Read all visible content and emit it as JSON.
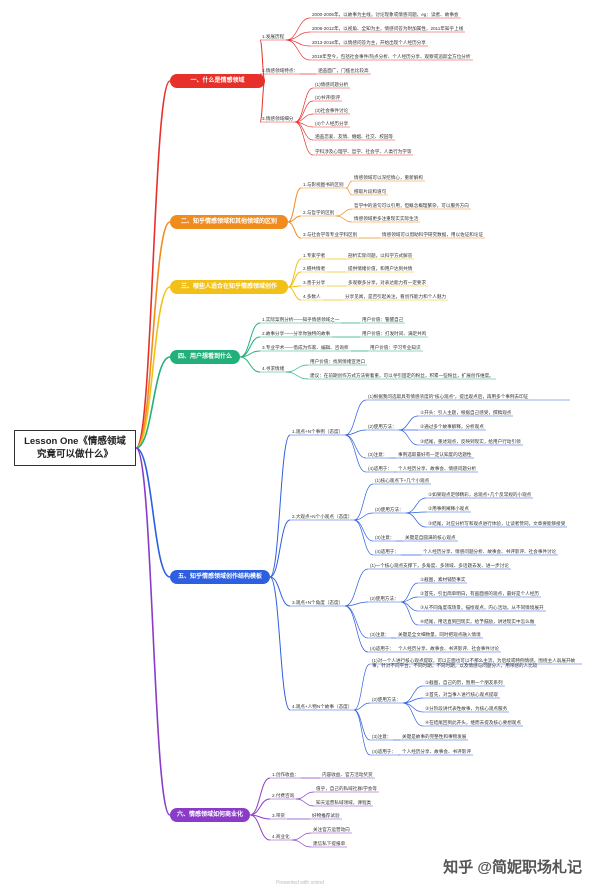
{
  "root": {
    "line1": "Lesson One《情感领域",
    "line2": "究竟可以做什么》"
  },
  "sections": [
    {
      "label": "一、什么是情感领域",
      "color": "#e8302a"
    },
    {
      "label": "二、知乎情感领域和其他领域的区别",
      "color": "#f08c1e"
    },
    {
      "label": "三、哪些人适合在知乎情感领域创作",
      "color": "#f2c017"
    },
    {
      "label": "四、用户想看到什么",
      "color": "#22b07a"
    },
    {
      "label": "五、知乎情感领域创作结构模板",
      "color": "#2d5fe0"
    },
    {
      "label": "六、情感领域如何商业化",
      "color": "#8a3cc8"
    }
  ],
  "texts": {
    "s1_a": "1.发展历程",
    "s1_a1": "2000-2006年，以故事为主线，讨论现象或情感问题，eg：读者、故事会",
    "s1_a2": "2006-2012年，以视角、全知为主，情感问答为附加属性，2011年知乎上线",
    "s1_a3": "2013-2018年，以情感问答为主，开始出现个人经历分享",
    "s1_a4": "2019年至今，包括社会事件/热点分析、个人经历分享、观察或追踪全方位分析",
    "s1_b": "2.情感领域特点：",
    "s1_b1": "涵盖面广，门槛也比较高",
    "s1_c": "3.情感领域细分",
    "s1_c1": "(1)情感问题分析",
    "s1_c2": "(2)书评/影评",
    "s1_c3": "(3)社会事件讨论",
    "s1_c4": "(4)个人经历分享",
    "s1_c5": "涵盖恋爱、友情、婚姻、社交、校园等",
    "s1_c6": "学科涉及心理学、哲学、社会学、人类行为学等",
    "s2_a": "1.与影视图书的区别",
    "s2_a1": "情感领域可以深挖情心，重新解构",
    "s2_a2": "擅取片段和道句",
    "s2_b": "2.与哲学的区别",
    "s2_b1": "哲学中的道句可以引用，但概念概理繁杂，可以服务方向",
    "s2_b2": "情感领域更多注重现实实际生活",
    "s2_c": "3.与社会学等专业学科区别",
    "s2_c1": "情感领域可以借助科学研究数据，用以佐证和论证",
    "s3_a": "1.专家学者",
    "s3_a1": "剖析实际问题，以科学方式解答",
    "s3_b": "2.擅共情者",
    "s3_b1": "提供情绪价值，和用户达到共情",
    "s3_c": "3.善于分享",
    "s3_c1": "多观察多分享，对表达能力有一定要求",
    "s3_d": "4.多数人",
    "s3_d1": "分享见闻，是否引起关注，看创作能力和个人魅力",
    "s4_a": "1.实际案例分析——知乎情感领域之一",
    "s4_a1": "用户价值：警醒自己",
    "s4_b": "2.故事分享——分享你独特的故事",
    "s4_b1": "用户价值：打发时间、满足共鸣",
    "s4_c": "3.专业学术——借成为作家、编辑、咨询师",
    "s4_c1": "用户价值：学习专业知识",
    "s4_d": "4.寻求情绪",
    "s4_d1": "用户价值：找到情绪宣泄口",
    "s4_d2": "建议：在前期创作方式方法要着重，可以寻引固定的粉丝，积累一些粉丝，扩展创作维度。",
    "s5_1": "1.观点+N个事例（态度）",
    "s5_1a": "(1)根据我问选取具有情感浓度的“核心观点”，提出观点后，再用多个事例去印证",
    "s5_1b": "(2)使用方法：",
    "s5_1b1": "①开头：引入主题，根据自己感受，撰稿观点",
    "s5_1b2": "②通过多个故事解释，分析观点",
    "s5_1b3": "③结尾，重述观点，反映到现实，给用户行动引领",
    "s5_1c": "(3)注意：",
    "s5_1c1": "事例选取最好有一定认知度的话题性",
    "s5_1d": "(4)适用于：",
    "s5_1d1": "个人经历分享、故事会、情感问题分析",
    "s5_2": "2.大观点+N个小观点（态度）",
    "s5_2a": "(1)核心观点下+几个小观点",
    "s5_2b": "(2)使用方法：",
    "s5_2b1": "①如果观点足够精彩，总观点+几个反常规的小观点",
    "s5_2b2": "②用事例阐释小观点",
    "s5_2b3": "③结尾，对应分析写和观点进行体验，让读者赞同，文章要能够接受",
    "s5_2c": "(3)注意：",
    "s5_2c1": "关键是自圆满的核心观点",
    "s5_2d": "(4)适用于：",
    "s5_2d1": "个人经历分享、情感问题分析、故事会、书评影评、社会事件讨论",
    "s5_3": "3.观点+N个角度（态度）",
    "s5_3a": "(1)一个核心观点支撑下，多角度、多领域、多话题去发、进一步讨论",
    "s5_3b": "(2)使用方法：",
    "s5_3b1": "①截图，素材铺垫事实",
    "s5_3b2": "②首先，引出简单明白，有画面感的观点，最好是个人经历",
    "s5_3b3": "③从不同角度或场景，描绘观点，内心活动，从不同情境展开",
    "s5_3b4": "④结尾，用话直到回现实，给予鼓励，讲述现实中怎么做",
    "s5_3c": "(3)注意：",
    "s5_3c1": "关键是全文细致量，同时把观点融入情境",
    "s5_3d": "(4)适用于：",
    "s5_3d1": "个人经历分享、故事会、书评影评、社会事件讨论",
    "s5_4": "4.观点+人物N个故事（态度）",
    "s5_4a": "(1)对一个人进行核心观点提取，可以正面也可以不那么主流，为后续或特例情感，围绕主人翁展开故事，针对不同平台，不同时期，不同时期，以及情感与问题分人，用带感的人比较",
    "s5_4b": "(2)使用方法：",
    "s5_4b1": "①截图，自己的历，暂用一个朋友系列",
    "s5_4b2": "②首先，对当事人进行核心观点提取",
    "s5_4b3": "③分阶段讲代表性故事，为核心观点服务",
    "s5_4b4": "④在结尾回到此开头，继而去提及核心要想观点",
    "s5_4c": "(3)注意：",
    "s5_4c1": "关键是故事的完整性和事物发展",
    "s5_4d": "(4)适用于：",
    "s5_4d1": "个人经历分享、故事会、书评影评",
    "s6_a": "1.创作收益：",
    "s6_a1": "内容收益、官方活动奖赏",
    "s6_b": "2.付费咨询",
    "s6_b1": "值乎，自己的私域社群/学会等",
    "s6_b2": "知天运营私域领域，课程类",
    "s6_c": "3.带货",
    "s6_c1": "好物推荐试验",
    "s6_d": "4.商业化",
    "s6_d1": "关注官方运营动向",
    "s6_d2": "建信私下提报单",
    "watermark": "知乎 @简妮职场札记",
    "footer": "Presented with xmind"
  }
}
